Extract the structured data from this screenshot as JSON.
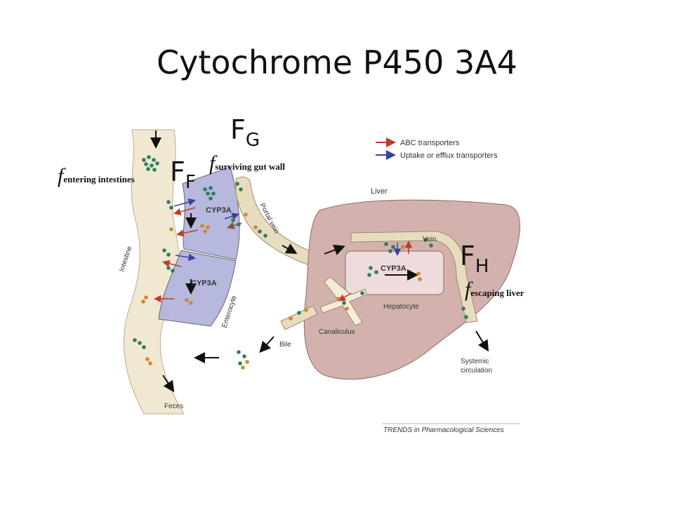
{
  "title": "Cytochrome P450 3A4",
  "labels": {
    "fg_main": "F",
    "fg_sub": "G",
    "ff_main": "F",
    "ff_sub": "F",
    "fh_main": "F",
    "fh_sub": "H",
    "f_symbol": "f",
    "f_surviving": "surviving gut wall",
    "f_entering": "entering intestines",
    "f_escaping": "escaping liver",
    "intestine": "Intestine",
    "enterocyte": "Enterocyte",
    "cyp3a": "CYP3A",
    "portal_vein": "Portal vein",
    "liver": "Liver",
    "vein": "Vein",
    "hepatocyte": "Hepatocyte",
    "canaliculus": "Canaliculus",
    "bile": "Bile",
    "systemic_1": "Systemic",
    "systemic_2": "circulation",
    "feces": "Feces",
    "credit": "TRENDS in Pharmacological Sciences"
  },
  "legend": [
    {
      "label": "ABC transporters",
      "color": "#c0392b"
    },
    {
      "label": "Uptake or efflux transporters",
      "color": "#3a3fa0"
    }
  ],
  "colors": {
    "intestine": "#f1e8d2",
    "enterocyte": "#b7b8de",
    "liver": "#d3b2ae",
    "hepatocyte": "#eedcdc",
    "vessel": "#e8dcbf",
    "dot_green": "#2f7d5c",
    "dot_orange": "#d0872e"
  }
}
